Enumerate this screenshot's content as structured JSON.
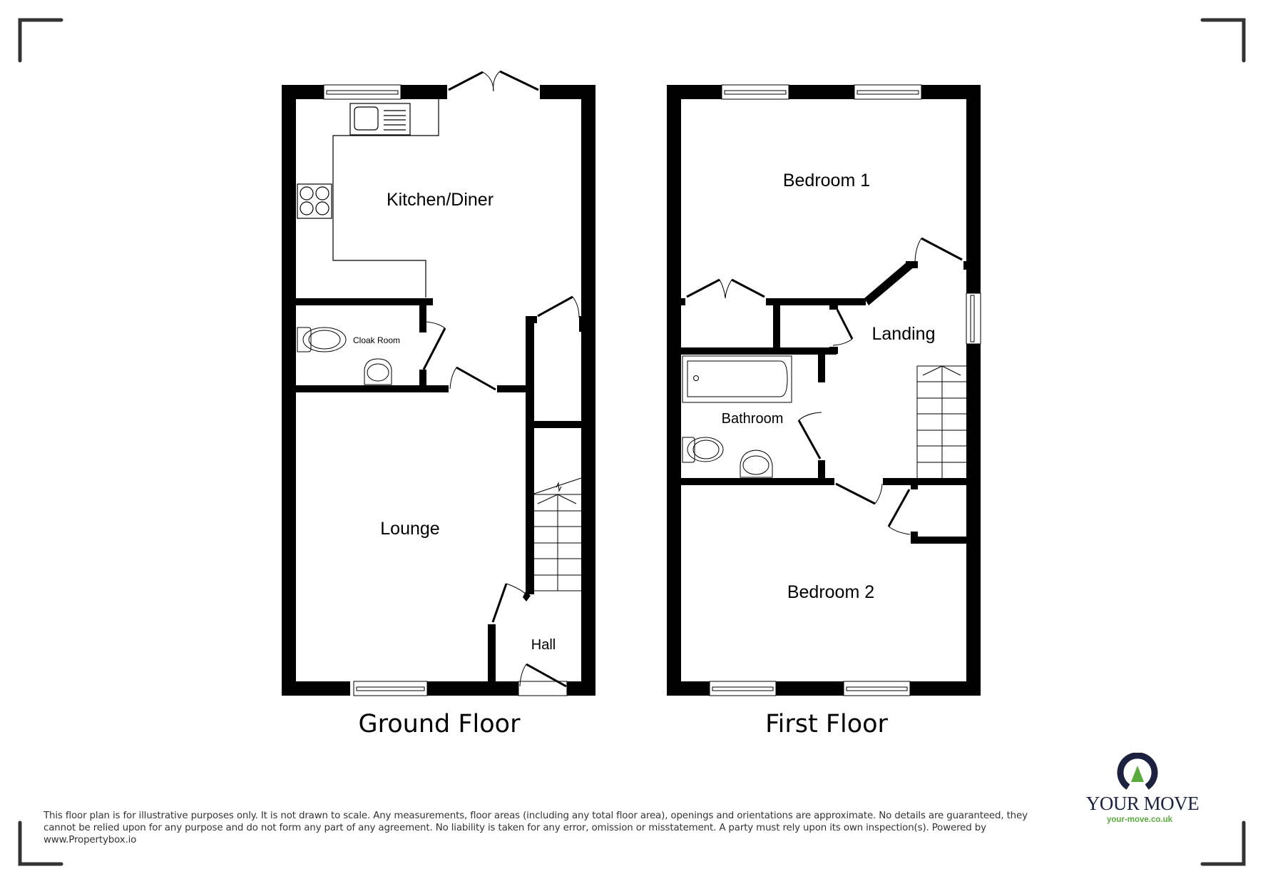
{
  "floors": [
    {
      "title": "Ground Floor",
      "rooms": [
        {
          "name": "Kitchen/Diner"
        },
        {
          "name": "Cloak Room"
        },
        {
          "name": "Lounge"
        },
        {
          "name": "Hall"
        }
      ]
    },
    {
      "title": "First Floor",
      "rooms": [
        {
          "name": "Bedroom 1"
        },
        {
          "name": "Landing"
        },
        {
          "name": "Bathroom"
        },
        {
          "name": "Bedroom 2"
        }
      ]
    }
  ],
  "disclaimer": "This floor plan is for illustrative purposes only. It is not drawn to scale. Any measurements, floor areas (including any total floor area), openings and orientations are approximate. No details are guaranteed, they cannot be relied upon for any purpose and do not form any part of any agreement. No liability is taken for any error, omission or misstatement. A party must rely upon its own inspection(s). Powered by www.Propertybox.io",
  "logo": {
    "name": "YOUR MOVE",
    "url": "your-move.co.uk",
    "colors": {
      "navy": "#1d2140",
      "green": "#5aab3d"
    }
  },
  "colors": {
    "wall": "#000000",
    "corner_marks": "#333333",
    "background": "#ffffff"
  }
}
